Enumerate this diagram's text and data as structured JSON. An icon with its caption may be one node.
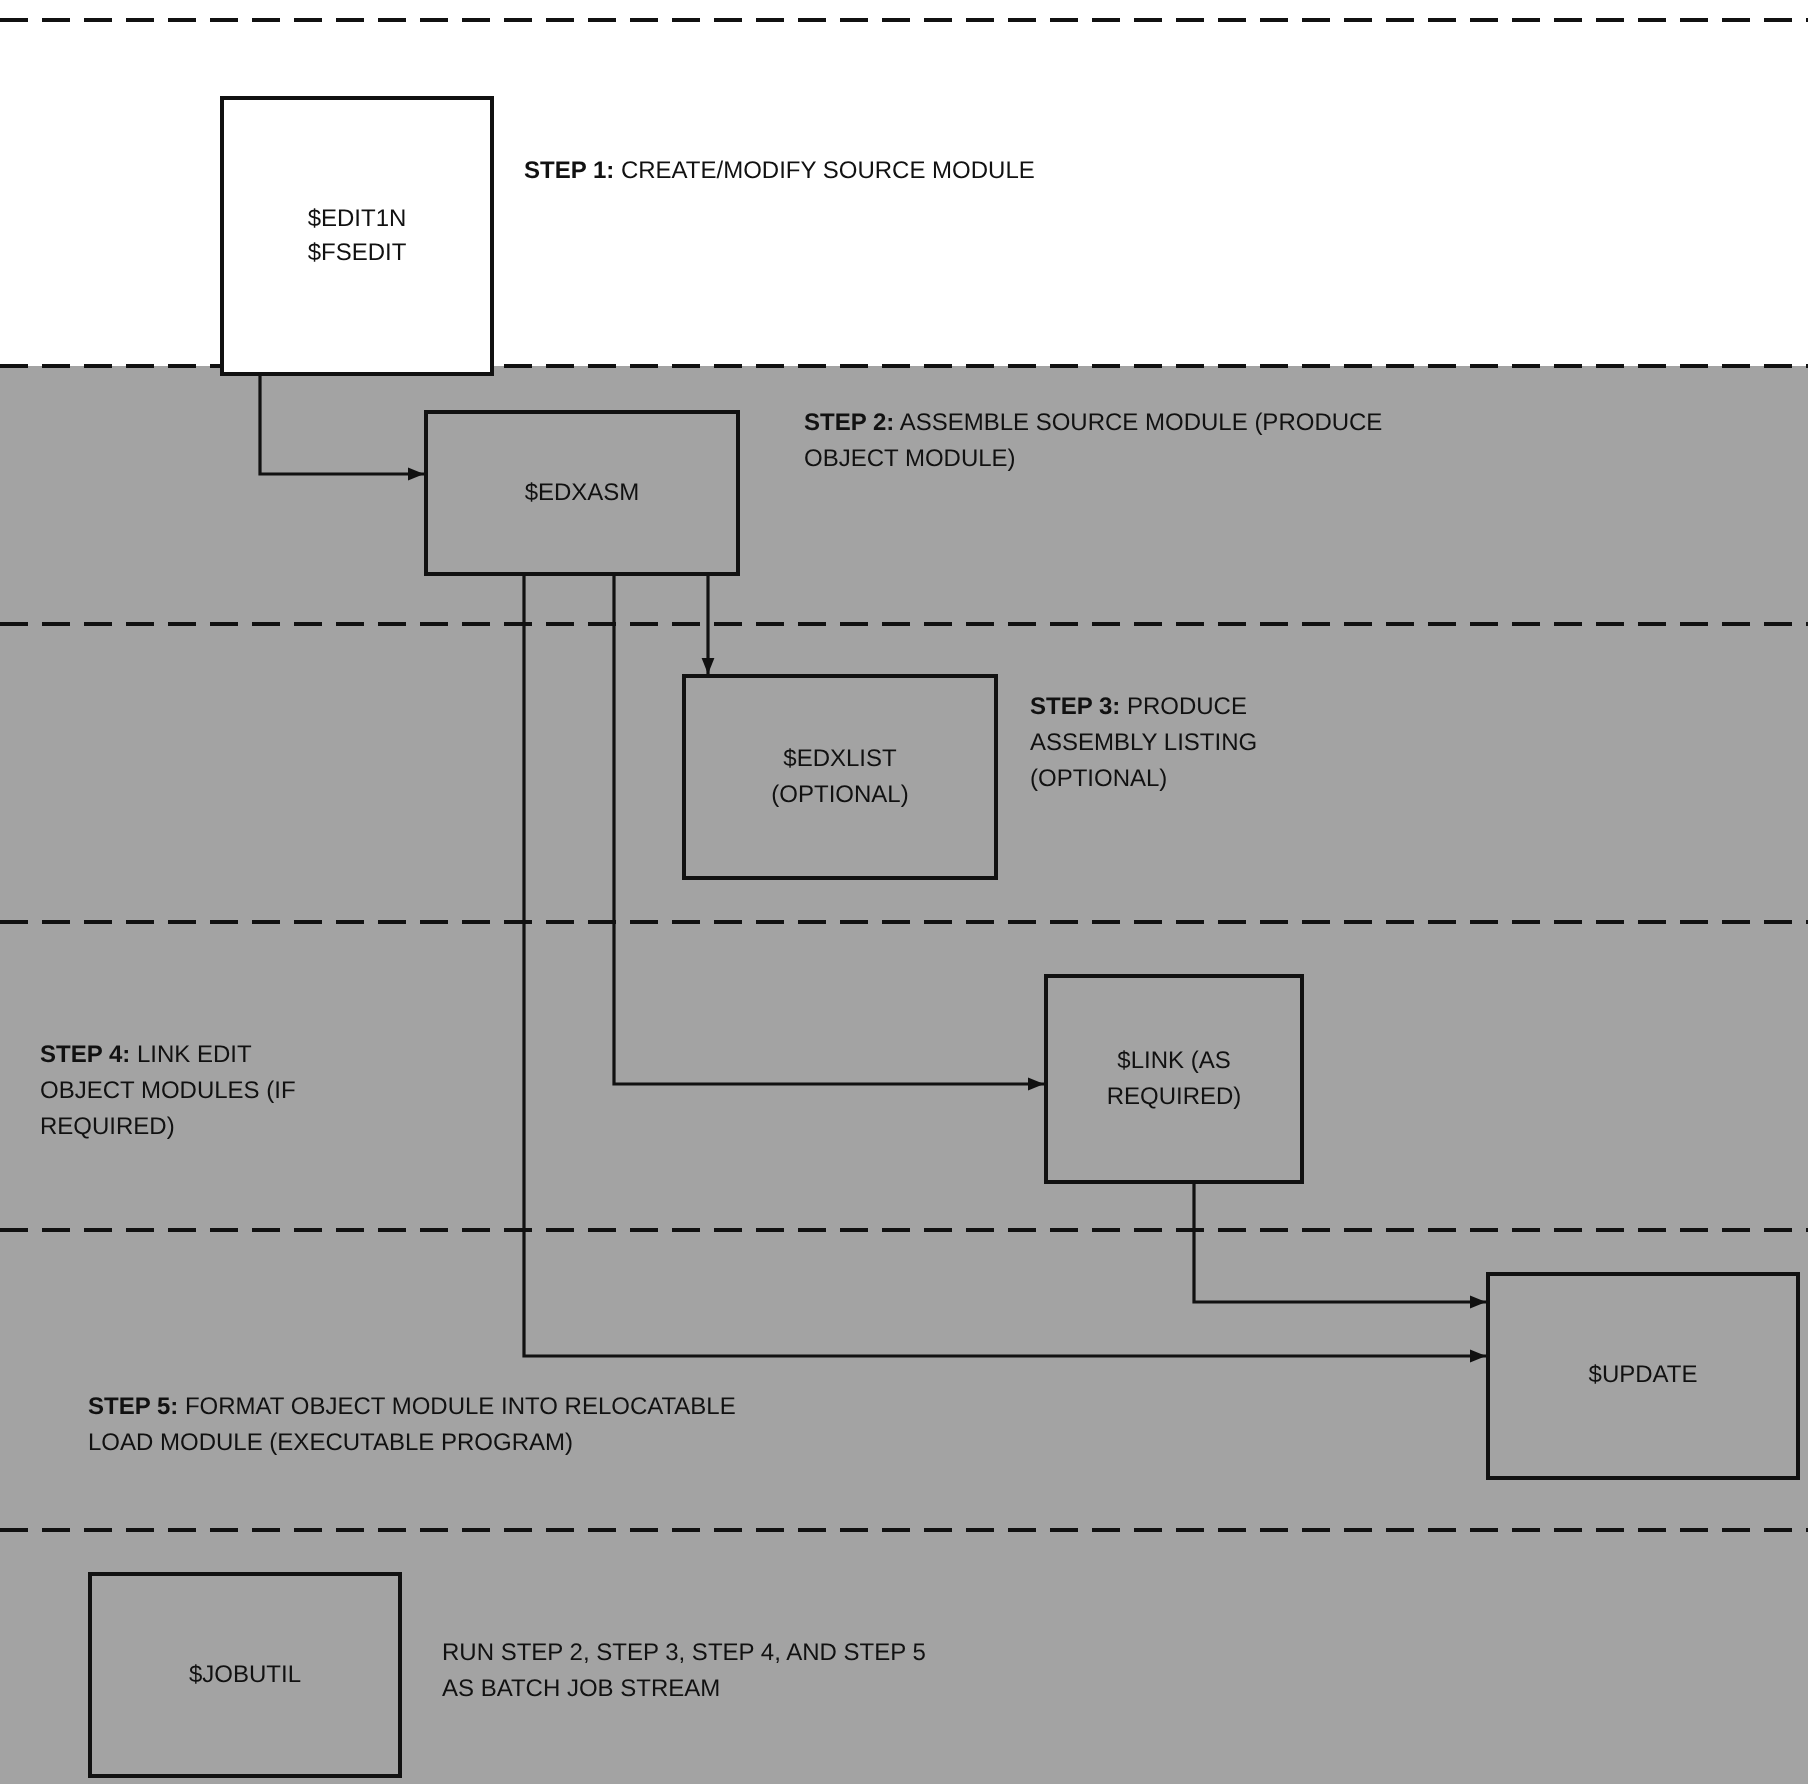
{
  "diagram": {
    "nodes": [
      {
        "text": [
          "$EDIT1N $FSEDIT"
        ],
        "beside": [
          "**STEP 1:** CREATE/MODIFY SOURCE MODULE"
        ]
      },
      {
        "text": [
          "$EDXASM"
        ],
        "beside": [
          "**STEP 2:** ASSEMBLE SOURCE MODULE (PRODUCE OBJECT MODULE)"
        ]
      },
      {
        "text": [
          "$EDXLIST (OPTIONAL)"
        ],
        "beside": [
          "**STEP 3:** PRODUCE ASSEMBLY LISTING (OPTIONAL)"
        ]
      },
      {
        "text": [
          "$LINK (AS REQUIRED)"
        ]
      },
      {
        "text": [
          "$UPDATE"
        ]
      },
      {
        "text": [
          "$JOBUTIL"
        ],
        "beside": [
          "RUN STEP 2, STEP 3, STEP 4, AND STEP 5 AS BATCH JOB STREAM"
        ]
      }
    ],
    "edges": [
      {
        "from": 0,
        "to": 1,
        "arrow": "to"
      },
      {
        "from": 1,
        "to": 2,
        "arrow": "to"
      },
      {
        "from": 1,
        "to": 3,
        "arrow": "to"
      },
      {
        "from": 1,
        "to": 4,
        "arrow": "to"
      },
      {
        "from": 3,
        "to": 4,
        "arrow": "to"
      }
    ],
    "labels": [
      "**STEP 4:** LINK EDIT OBJECT MODULES (IF REQUIRED)",
      "**STEP 5:** FORMAT OBJECT MODULE INTO RELOCATABLE LOAD MODULE (EXECUTABLE PROGRAM)"
    ]
  }
}
